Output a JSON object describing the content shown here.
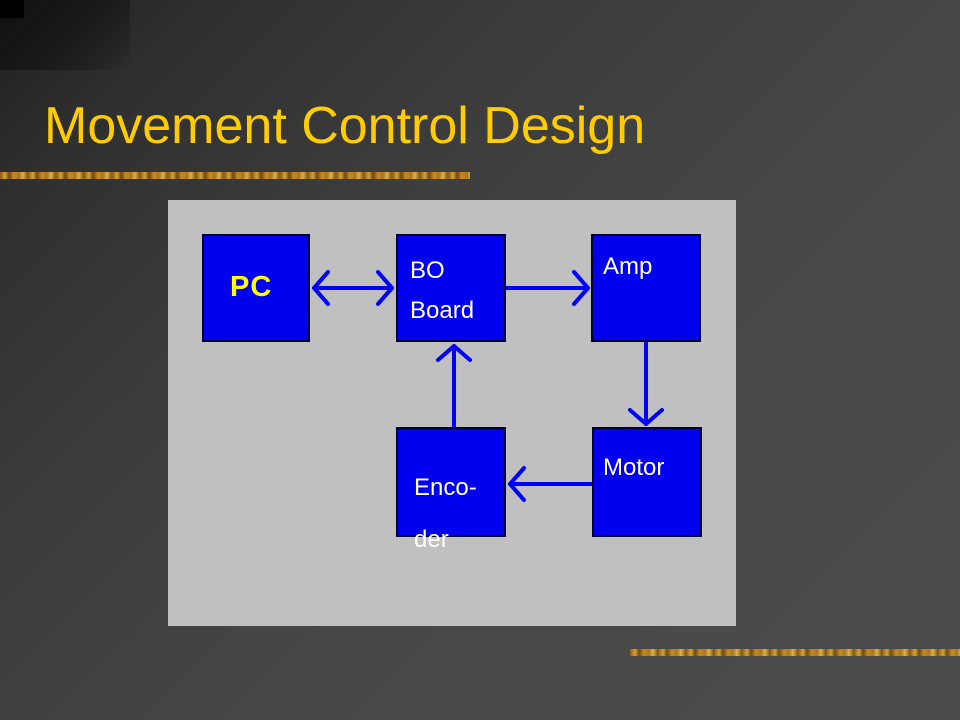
{
  "slide": {
    "title": "Movement Control Design"
  },
  "diagram": {
    "nodes": [
      {
        "id": "pc",
        "label": "PC"
      },
      {
        "id": "bo",
        "label_line1": "BO",
        "label_line2": "Board"
      },
      {
        "id": "amp",
        "label": "Amp"
      },
      {
        "id": "encoder",
        "label_line1": "Enco-",
        "label_line2": "der"
      },
      {
        "id": "motor",
        "label": "Motor"
      }
    ],
    "edges": [
      {
        "from": "pc",
        "to": "bo",
        "direction": "bidirectional"
      },
      {
        "from": "bo",
        "to": "amp",
        "direction": "forward"
      },
      {
        "from": "amp",
        "to": "motor",
        "direction": "forward"
      },
      {
        "from": "motor",
        "to": "encoder",
        "direction": "forward"
      },
      {
        "from": "encoder",
        "to": "bo",
        "direction": "forward"
      }
    ],
    "colors": {
      "background": "#c0c0c0",
      "box_fill": "#0000ee",
      "arrow": "#0000ff",
      "pc_label": "#ffff00",
      "box_label": "#ffffff"
    }
  },
  "theme": {
    "title_color": "#ffcc00",
    "rule_color": "#c98a22"
  }
}
